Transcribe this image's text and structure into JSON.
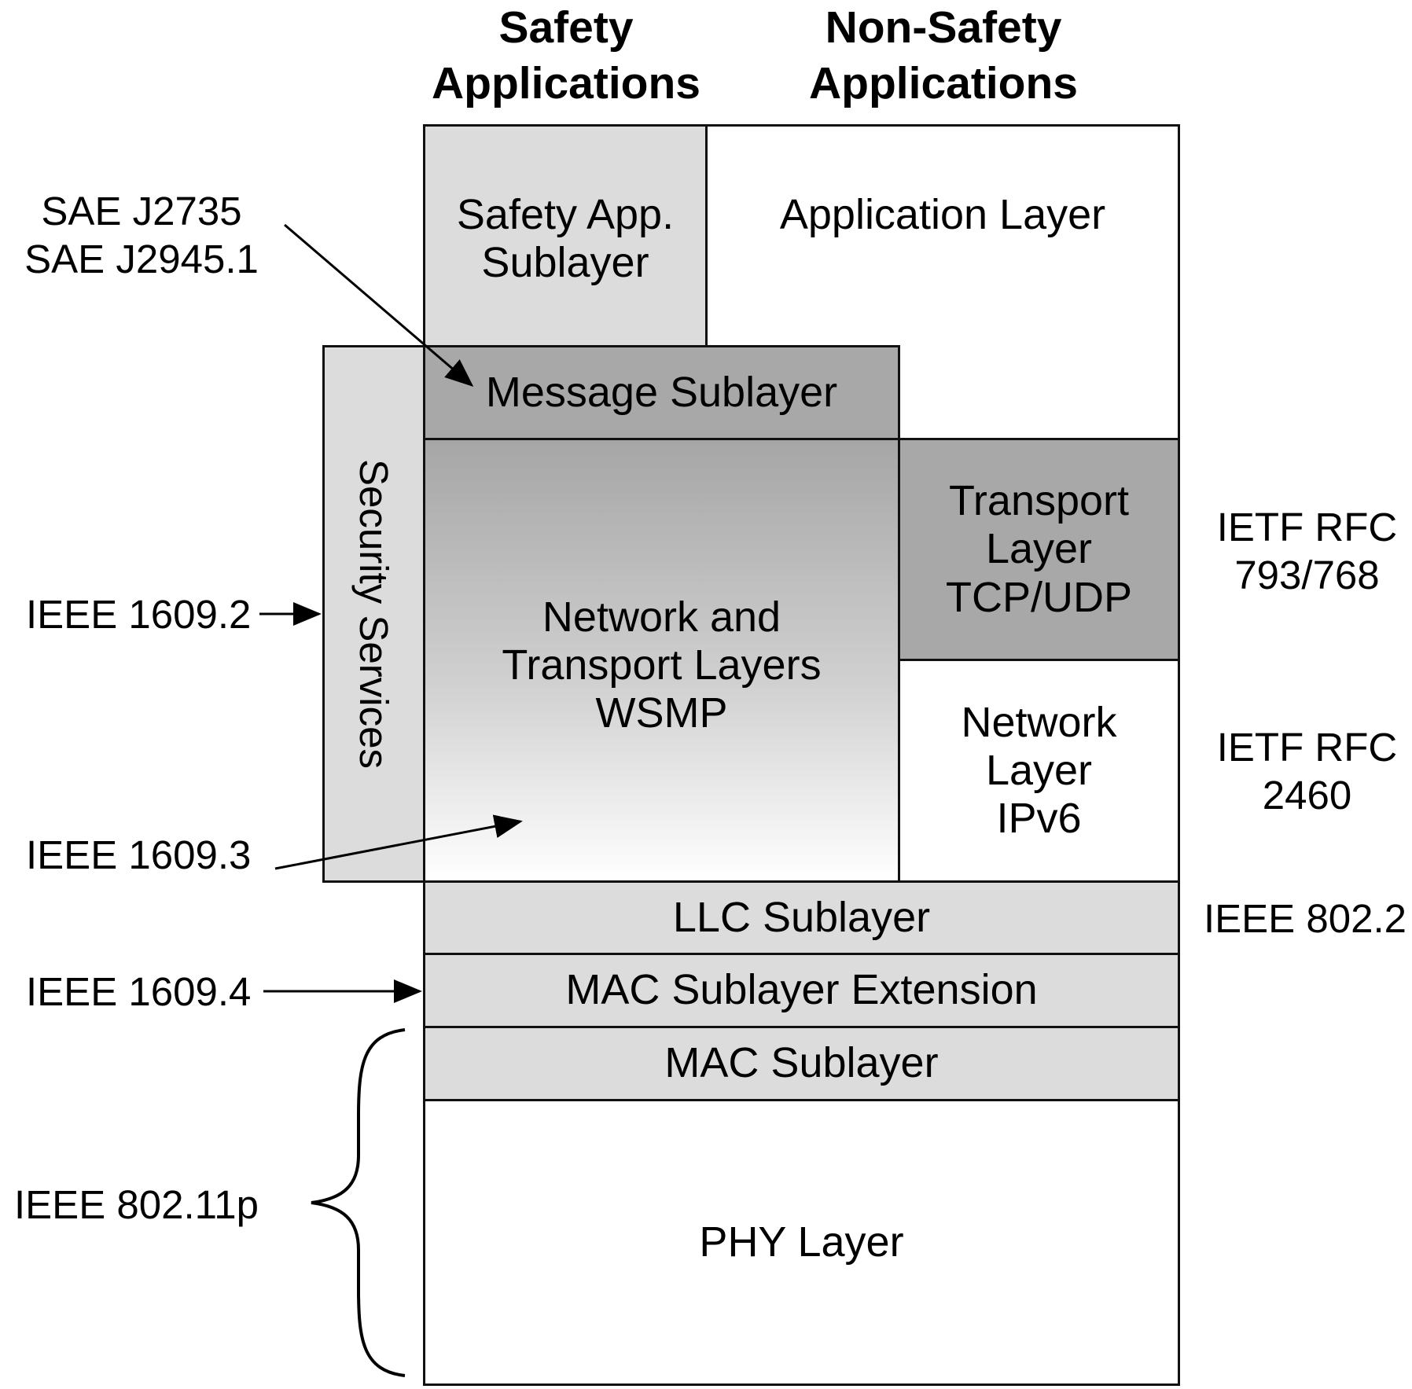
{
  "headers": {
    "safety": [
      "Safety",
      "Applications"
    ],
    "non_safety": [
      "Non-Safety",
      "Applications"
    ]
  },
  "layers": {
    "safety_app_sublayer": [
      "Safety App.",
      "Sublayer"
    ],
    "application_layer": "Application Layer",
    "message_sublayer": "Message Sublayer",
    "security_services": "Security Services",
    "network_transport_wsmp": [
      "Network and",
      "Transport Layers",
      "WSMP"
    ],
    "transport_layer": [
      "Transport",
      "Layer",
      "TCP/UDP"
    ],
    "network_layer": [
      "Network",
      "Layer",
      "IPv6"
    ],
    "llc_sublayer": "LLC Sublayer",
    "mac_sublayer_extension": "MAC Sublayer Extension",
    "mac_sublayer": "MAC Sublayer",
    "phy_layer": "PHY Layer"
  },
  "standards": {
    "sae": [
      "SAE J2735",
      "SAE J2945.1"
    ],
    "ieee_1609_2": "IEEE 1609.2",
    "ieee_1609_3": "IEEE 1609.3",
    "ieee_1609_4": "IEEE 1609.4",
    "ieee_802_11p": "IEEE 802.11p",
    "ietf_rfc_793_768": [
      "IETF RFC",
      "793/768"
    ],
    "ietf_rfc_2460": [
      "IETF RFC",
      "2460"
    ],
    "ieee_802_2": "IEEE 802.2"
  },
  "colors": {
    "light_gray": "#dcdcdc",
    "mid_gray": "#a8a8a8",
    "outline": "#111111"
  }
}
